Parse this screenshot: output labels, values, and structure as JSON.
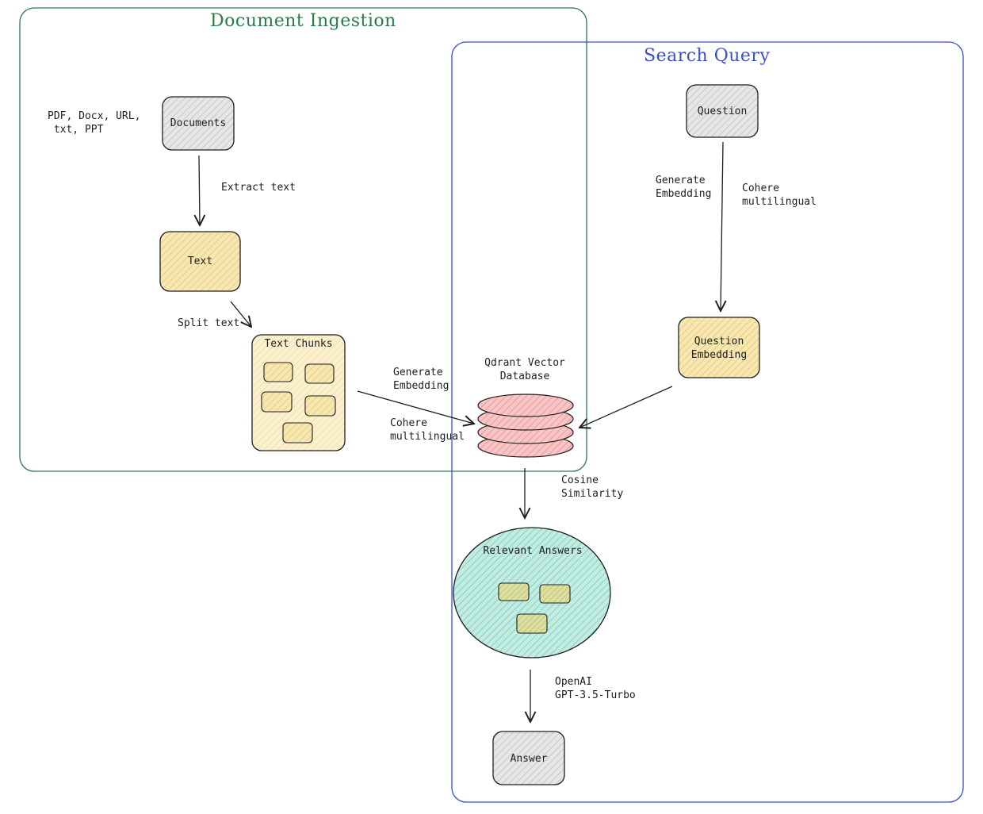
{
  "groups": {
    "ingestion": {
      "title": "Document Ingestion",
      "color": "#2b7a4b"
    },
    "search": {
      "title": "Search Query",
      "color": "#3b4fc4"
    }
  },
  "nodes": {
    "documents": {
      "label": "Documents",
      "note": "PDF, Docx, URL,\n txt, PPT",
      "fill": "#d9d9d9"
    },
    "text": {
      "label": "Text",
      "fill": "#f2d98c"
    },
    "text_chunks": {
      "label": "Text Chunks",
      "fill": "#f5e3a8"
    },
    "vector_db": {
      "label": "Qdrant Vector\nDatabase",
      "fill": "#f4a6a6"
    },
    "question": {
      "label": "Question",
      "fill": "#d9d9d9"
    },
    "question_embedding": {
      "label": "Question\nEmbedding",
      "fill": "#f2d98c"
    },
    "relevant_answers": {
      "label": "Relevant Answers",
      "fill": "#8fd9c7"
    },
    "answer": {
      "label": "Answer",
      "fill": "#d9d9d9"
    }
  },
  "edges": {
    "extract_text": "Extract text",
    "split_text": "Split text",
    "generate_embedding_chunks": "Generate\nEmbedding",
    "cohere_chunks": "Cohere\nmultilingual",
    "generate_embedding_question": "Generate\nEmbedding",
    "cohere_question": "Cohere\nmultilingual",
    "cosine_similarity": "Cosine\nSimilarity",
    "openai": "OpenAI\nGPT-3.5-Turbo"
  }
}
